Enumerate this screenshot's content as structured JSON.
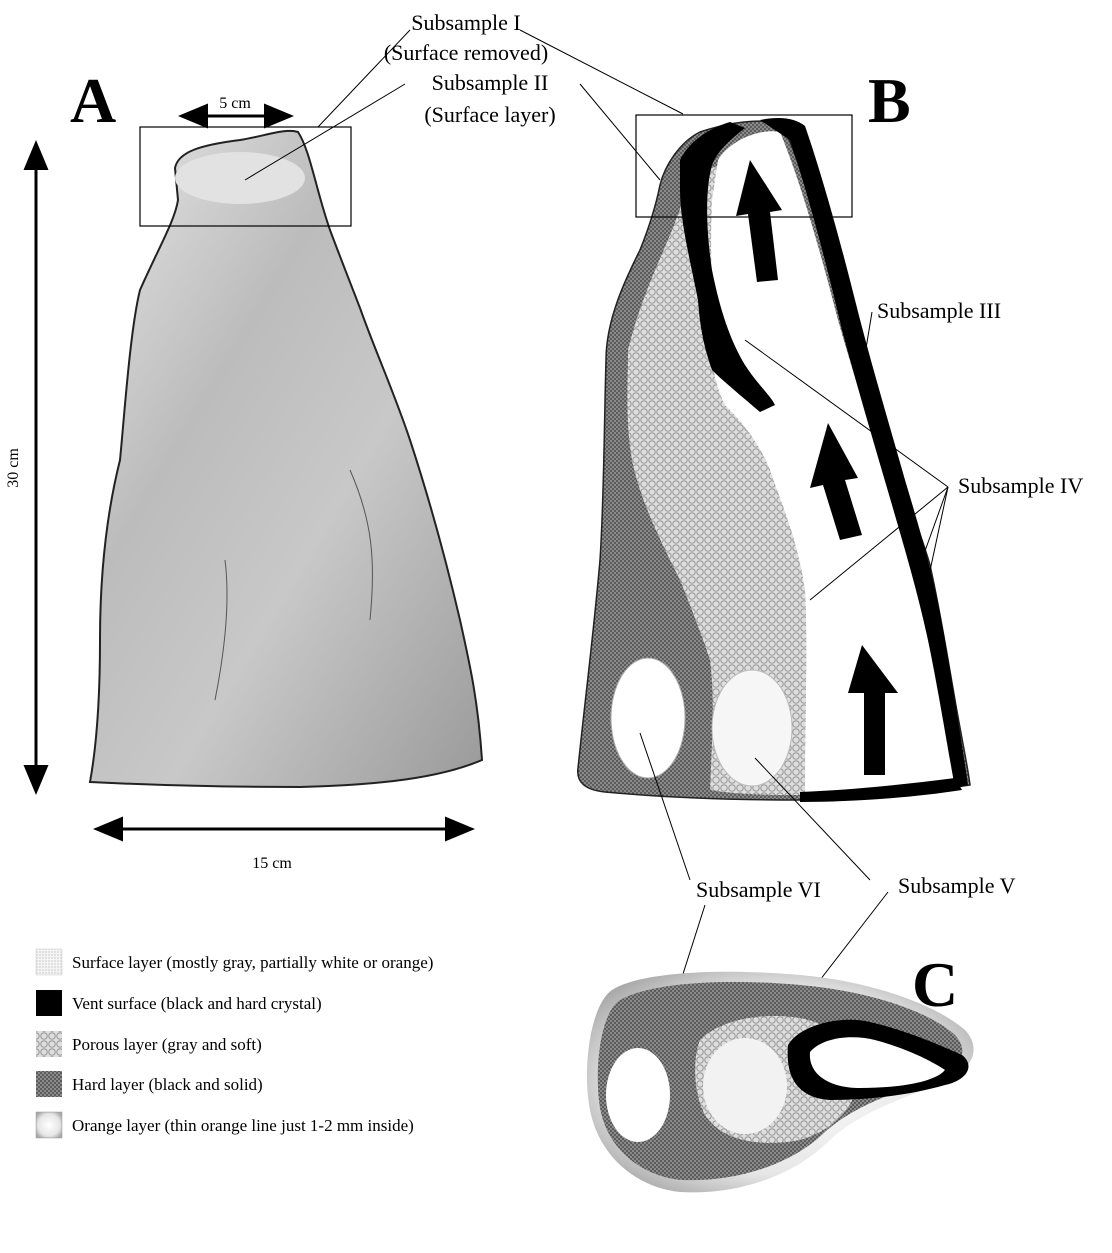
{
  "panels": {
    "a": "A",
    "b": "B",
    "c": "C"
  },
  "dimensions": {
    "width_top": "5 cm",
    "height": "30 cm",
    "width_base": "15 cm"
  },
  "labels": {
    "subsample_1": "Subsample I",
    "subsample_1_note": "(Surface removed)",
    "subsample_2": "Subsample II",
    "subsample_2_note": "(Surface layer)",
    "subsample_3": "Subsample III",
    "subsample_4": "Subsample IV",
    "subsample_5": "Subsample V",
    "subsample_6": "Subsample VI"
  },
  "legend": [
    {
      "key": "surface",
      "text": "Surface layer (mostly gray, partially white or orange)"
    },
    {
      "key": "vent",
      "text": "Vent surface (black and hard crystal)"
    },
    {
      "key": "porous",
      "text": "Porous layer (gray and soft)"
    },
    {
      "key": "hard",
      "text": "Hard layer (black and solid)"
    },
    {
      "key": "orange",
      "text": "Orange layer (thin orange line just 1-2 mm inside)"
    }
  ],
  "colors": {
    "surface": "#c4c4c4",
    "vent": "#000000",
    "porous": "#d4d4d4",
    "hard": "#6a6a6a",
    "orange_edge": "#e4e4e4"
  }
}
